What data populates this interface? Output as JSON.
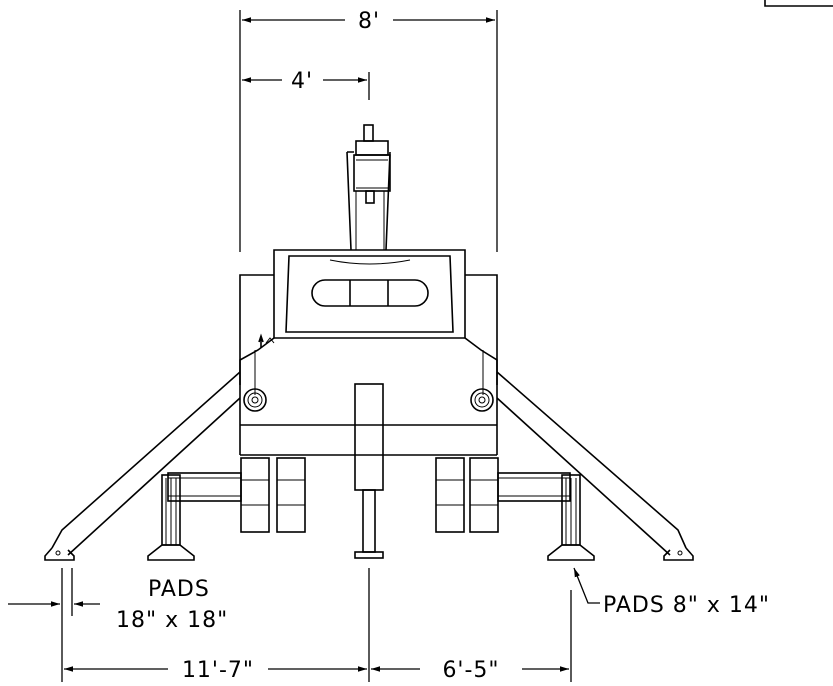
{
  "drawing": {
    "dimensions": {
      "overall_width": "8'",
      "center_offset": "4'",
      "outrigger_pad_label": "PADS",
      "outrigger_pad_size": "18\" x 18\"",
      "stabilizer_pad_callout": "PADS 8\" x 14\"",
      "left_span": "11'-7\"",
      "right_span": "6'-5\""
    }
  }
}
